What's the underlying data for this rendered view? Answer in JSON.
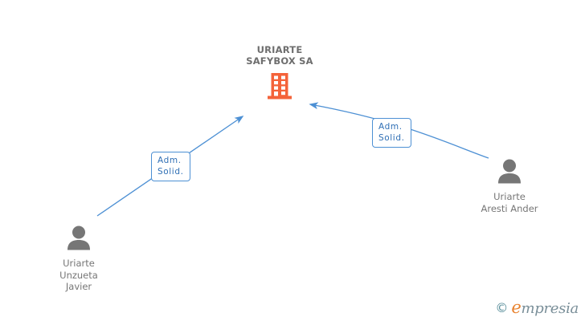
{
  "diagram": {
    "type": "org-relationship-graph",
    "background": "#ffffff",
    "colors": {
      "company_orange": "#f4633a",
      "person_gray": "#767676",
      "edge_blue": "#4d90d4",
      "label_text_blue": "#2f6fb5",
      "title_gray": "#6e6e6e"
    },
    "company": {
      "name": "URIARTE\nSAFYBOX SA",
      "icon": "building-icon"
    },
    "people": [
      {
        "id": "person-left",
        "name": "Uriarte\nUnzueta\nJavier",
        "icon": "person-avatar-icon"
      },
      {
        "id": "person-right",
        "name": "Uriarte\nAresti Ander",
        "icon": "person-avatar-icon"
      }
    ],
    "relations": [
      {
        "id": "relation-left",
        "label": "Adm.\nSolid.",
        "from": "person-left",
        "to": "company"
      },
      {
        "id": "relation-right",
        "label": "Adm.\nSolid.",
        "from": "person-right",
        "to": "company"
      }
    ]
  },
  "watermark": {
    "copyright": "©",
    "brand_first_letter": "e",
    "brand_rest": "mpresia"
  }
}
